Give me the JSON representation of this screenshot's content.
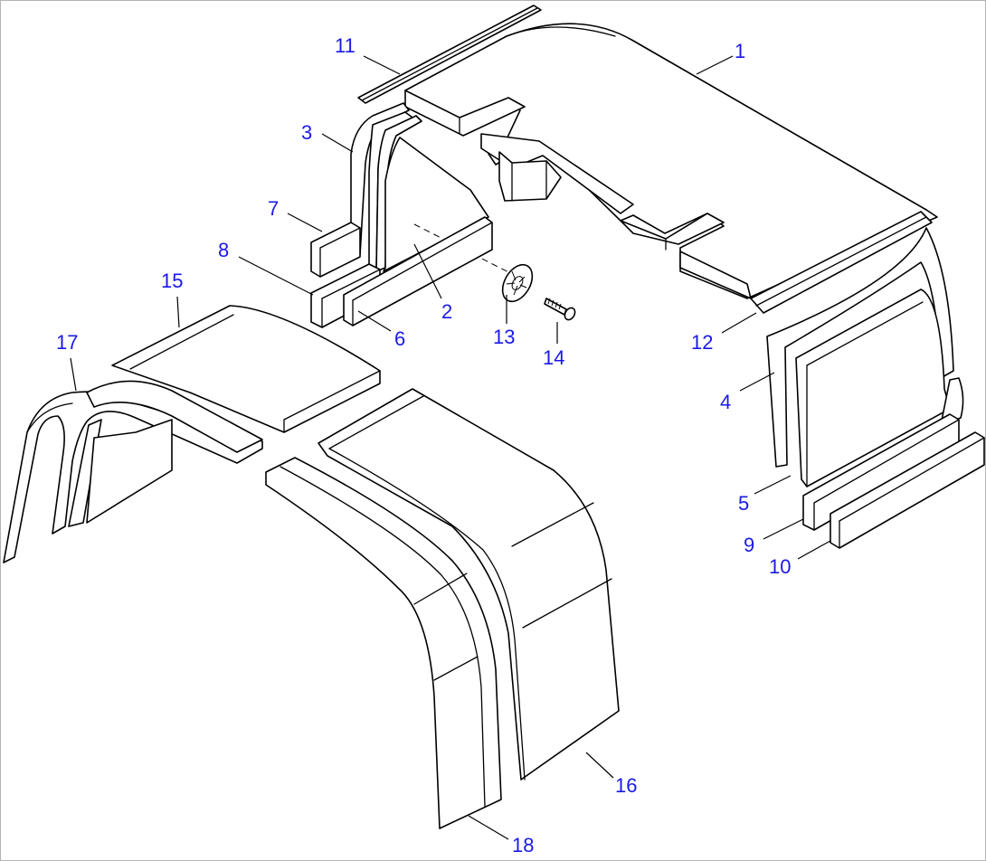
{
  "callouts": [
    {
      "id": "1",
      "label": "1"
    },
    {
      "id": "2",
      "label": "2"
    },
    {
      "id": "3",
      "label": "3"
    },
    {
      "id": "4",
      "label": "4"
    },
    {
      "id": "5",
      "label": "5"
    },
    {
      "id": "6",
      "label": "6"
    },
    {
      "id": "7",
      "label": "7"
    },
    {
      "id": "8",
      "label": "8"
    },
    {
      "id": "9",
      "label": "9"
    },
    {
      "id": "10",
      "label": "10"
    },
    {
      "id": "11",
      "label": "11"
    },
    {
      "id": "12",
      "label": "12"
    },
    {
      "id": "13",
      "label": "13"
    },
    {
      "id": "14",
      "label": "14"
    },
    {
      "id": "15",
      "label": "15"
    },
    {
      "id": "16",
      "label": "16"
    },
    {
      "id": "17",
      "label": "17"
    },
    {
      "id": "18",
      "label": "18"
    }
  ],
  "colors": {
    "callout_text": "#1a1ae6",
    "line": "#000000",
    "frame": "#b4b4b4",
    "background": "#ffffff"
  }
}
